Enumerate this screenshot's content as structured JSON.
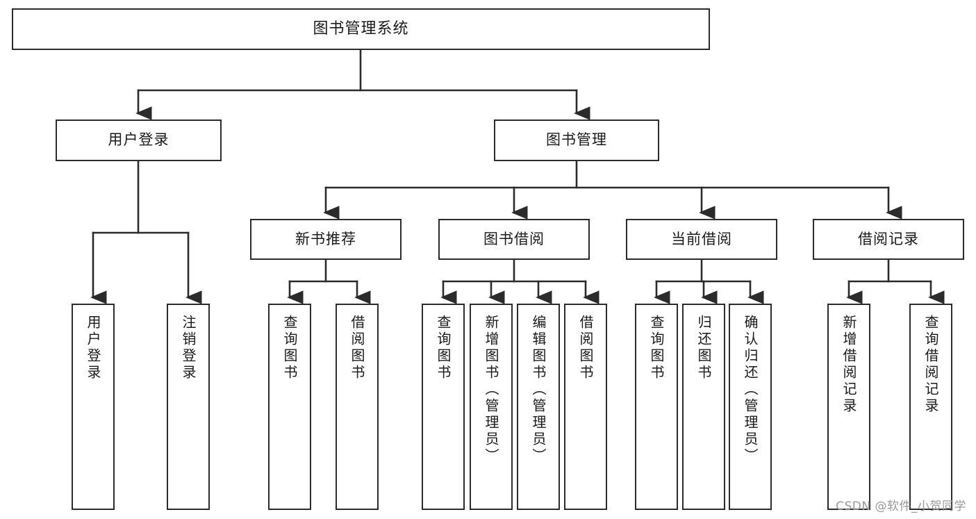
{
  "diagram": {
    "title": "图书管理系统",
    "type": "tree-hierarchy-diagram",
    "watermark": "CSDN @软件_小贺同学",
    "colors": {
      "background": "#ffffff",
      "box_border": "#2b2b2b",
      "box_fill": "#ffffff",
      "text": "#1a1a1a",
      "connector": "#2b2b2b",
      "watermark": "#9a9a9a"
    }
  },
  "nodes": {
    "root": {
      "label": "图书管理系统",
      "level": 0
    },
    "level1": [
      {
        "id": "user-login",
        "label": "用户登录"
      },
      {
        "id": "book-management",
        "label": "图书管理"
      }
    ],
    "level2": [
      {
        "id": "new-book-recommend",
        "label": "新书推荐",
        "parent": "book-management"
      },
      {
        "id": "book-borrow",
        "label": "图书借阅",
        "parent": "book-management"
      },
      {
        "id": "current-borrow",
        "label": "当前借阅",
        "parent": "book-management"
      },
      {
        "id": "borrow-record",
        "label": "借阅记录",
        "parent": "book-management"
      }
    ],
    "leaves": {
      "user-login": [
        {
          "id": "leaf-user-login",
          "label": "用户登录"
        },
        {
          "id": "leaf-user-logout",
          "label": "注销登录"
        }
      ],
      "new-book-recommend": [
        {
          "id": "leaf-query-book-1",
          "label": "查询图书"
        },
        {
          "id": "leaf-borrow-book-1",
          "label": "借阅图书"
        }
      ],
      "book-borrow": [
        {
          "id": "leaf-query-book-2",
          "label": "查询图书"
        },
        {
          "id": "leaf-add-book",
          "label": "新增图书（管理员）"
        },
        {
          "id": "leaf-edit-book",
          "label": "编辑图书（管理员）"
        },
        {
          "id": "leaf-borrow-book-2",
          "label": "借阅图书"
        }
      ],
      "current-borrow": [
        {
          "id": "leaf-query-book-3",
          "label": "查询图书"
        },
        {
          "id": "leaf-return-book",
          "label": "归还图书"
        },
        {
          "id": "leaf-confirm-return",
          "label": "确认归还（管理员）"
        }
      ],
      "borrow-record": [
        {
          "id": "leaf-add-record",
          "label": "新增借阅记录"
        },
        {
          "id": "leaf-query-record",
          "label": "查询借阅记录"
        }
      ]
    }
  }
}
